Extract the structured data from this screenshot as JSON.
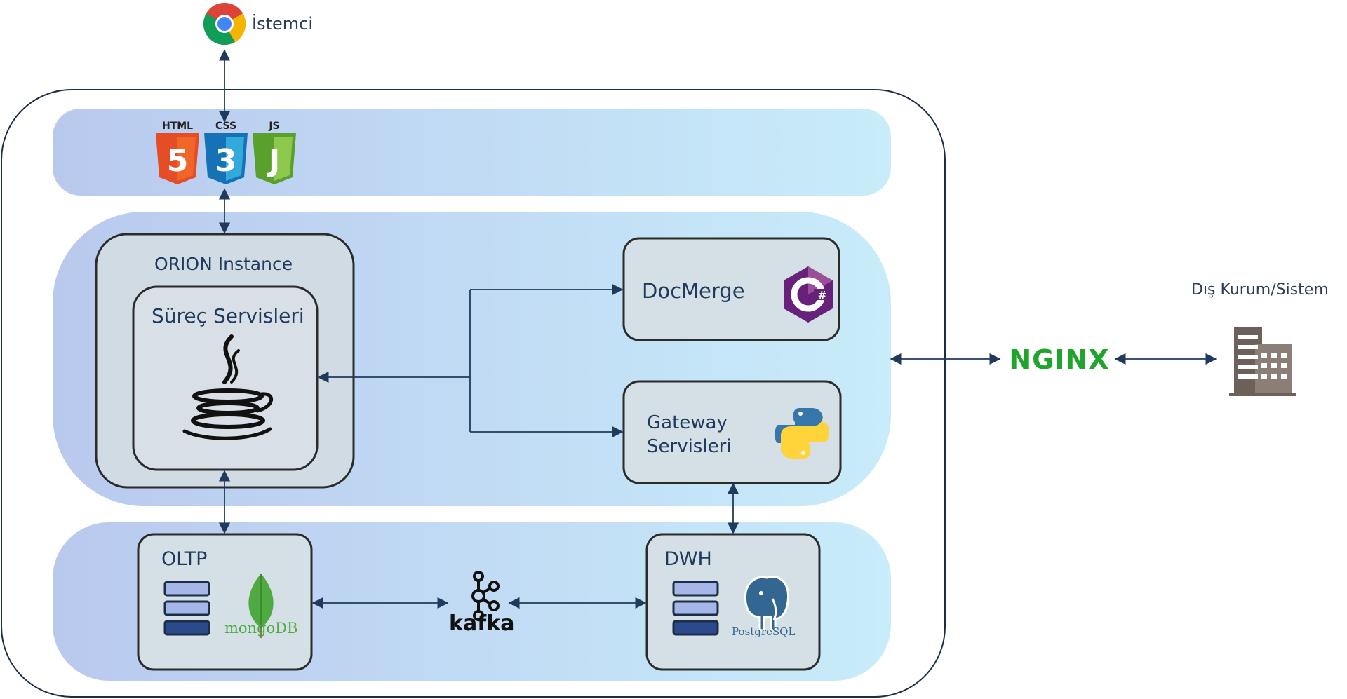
{
  "client": {
    "label": "İstemci",
    "icon": "chrome-icon"
  },
  "frontend": {
    "icons": [
      "html5-icon",
      "css3-icon",
      "js-icon"
    ],
    "html_label": "HTML",
    "css_label": "CSS",
    "js_label": "JS",
    "html_glyph": "5",
    "css_glyph": "3",
    "js_glyph": "J"
  },
  "orion": {
    "title": "ORION Instance",
    "process": {
      "label": "Süreç Servisleri",
      "icon": "java-icon"
    }
  },
  "docmerge": {
    "label": "DocMerge",
    "icon": "csharp-icon",
    "logo_text": "C#"
  },
  "gateway": {
    "label_line1": "Gateway",
    "label_line2": "Servisleri",
    "icon": "python-icon"
  },
  "oltp": {
    "label": "OLTP",
    "logo_text": "mongoDB",
    "icon": "mongodb-icon"
  },
  "kafka": {
    "label": "kafka",
    "icon": "kafka-icon"
  },
  "dwh": {
    "label": "DWH",
    "logo_text": "PostgreSQL",
    "icon": "postgresql-icon"
  },
  "nginx": {
    "label": "NGINX",
    "icon": "nginx-icon"
  },
  "external": {
    "label": "Dış Kurum/Sistem",
    "icon": "building-icon"
  },
  "colors": {
    "outline": "#1c2e45",
    "arrow": "#1f3a5c",
    "band_left": "#b9c9ee",
    "band_right": "#c8ecfa",
    "box_fill": "#d5e0e6",
    "inner_fill": "#d2dbe2",
    "nginx_green": "#1fa52d",
    "db_light": "#a5b6e8",
    "db_dark": "#2b4a8e"
  }
}
